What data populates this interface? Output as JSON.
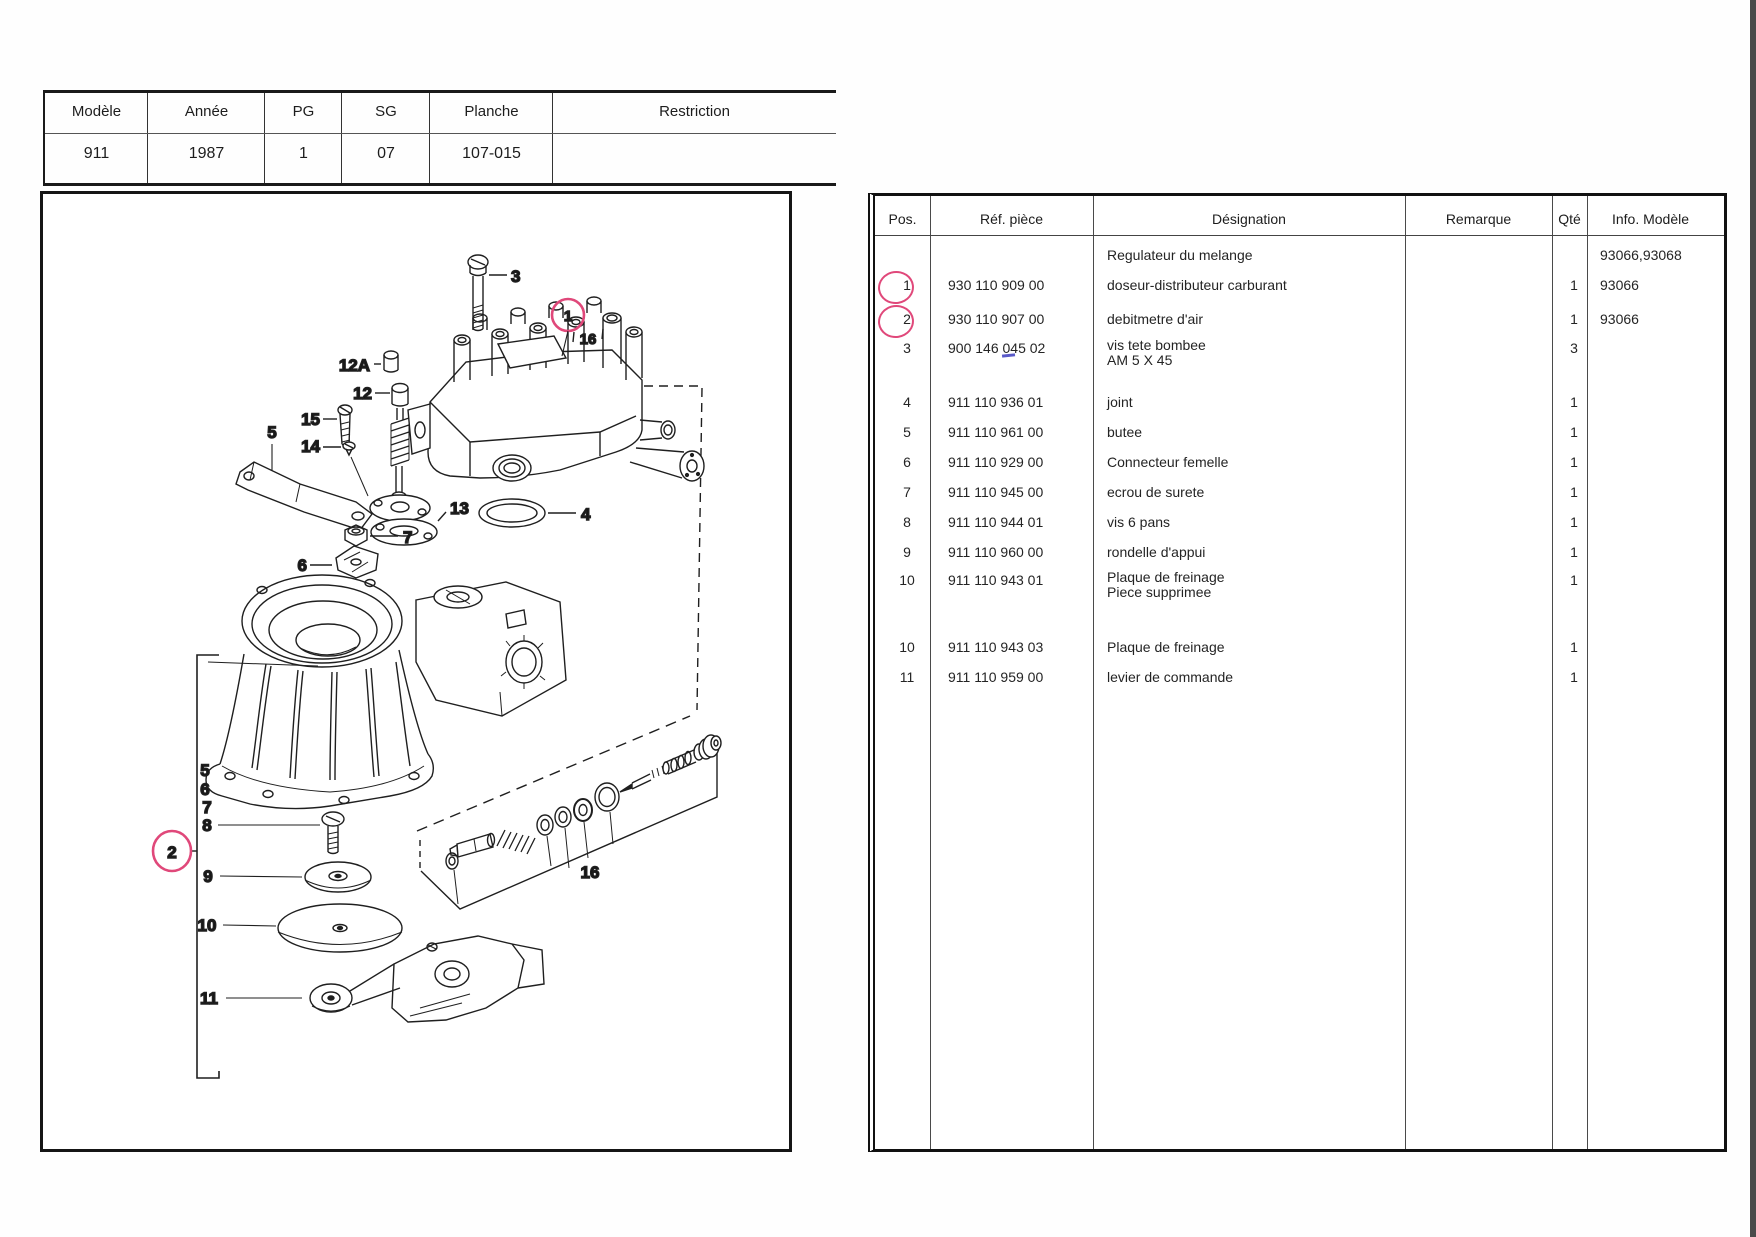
{
  "header_table": {
    "columns": [
      {
        "label": "Modèle",
        "value": "911"
      },
      {
        "label": "Année",
        "value": "1987"
      },
      {
        "label": "PG",
        "value": "1"
      },
      {
        "label": "SG",
        "value": "07"
      },
      {
        "label": "Planche",
        "value": "107-015"
      },
      {
        "label": "Restriction",
        "value": ""
      }
    ]
  },
  "diagram": {
    "annotation_color": "#e0487a",
    "labels": {
      "part3": "3",
      "circle1": "1",
      "group16_top": "16",
      "part12a": "12A",
      "part12": "12",
      "part15": "15",
      "part14": "14",
      "part5_top": "5",
      "part13": "13",
      "part4": "4",
      "part7": "7",
      "part6": "6",
      "col5": "5",
      "col6": "6",
      "col7": "7",
      "col8": "8",
      "col9": "9",
      "col10": "10",
      "col11": "11",
      "circle2": "2",
      "group16": "16"
    }
  },
  "parts_table": {
    "headers": [
      "Pos.",
      "Réf. pièce",
      "Désignation",
      "Remarque",
      "Qté",
      "Info. Modèle"
    ],
    "ink_mark_color": "#3d3dbe",
    "rows": [
      {
        "pos": "",
        "ref": "",
        "designation": [
          "Regulateur du melange"
        ],
        "remarque": "",
        "qty": "",
        "info": "93066,93068",
        "circled": false
      },
      {
        "pos": "1",
        "ref": "930 110 909 00",
        "designation": [
          "doseur-distributeur carburant"
        ],
        "remarque": "",
        "qty": "1",
        "info": "93066",
        "circled": true
      },
      {
        "pos": "2",
        "ref": "930 110 907 00",
        "designation": [
          "debitmetre d'air"
        ],
        "remarque": "",
        "qty": "1",
        "info": "93066",
        "circled": true
      },
      {
        "pos": "3",
        "ref": "900 146 045 02",
        "designation": [
          "vis tete bombee",
          "AM 5 X 45"
        ],
        "remarque": "",
        "qty": "3",
        "info": "",
        "circled": false
      },
      {
        "pos": "4",
        "ref": "911 110 936 01",
        "designation": [
          "joint"
        ],
        "remarque": "",
        "qty": "1",
        "info": "",
        "circled": false
      },
      {
        "pos": "5",
        "ref": "911 110 961 00",
        "designation": [
          "butee"
        ],
        "remarque": "",
        "qty": "1",
        "info": "",
        "circled": false
      },
      {
        "pos": "6",
        "ref": "911 110 929 00",
        "designation": [
          "Connecteur femelle"
        ],
        "remarque": "",
        "qty": "1",
        "info": "",
        "circled": false
      },
      {
        "pos": "7",
        "ref": "911 110 945 00",
        "designation": [
          "ecrou de surete"
        ],
        "remarque": "",
        "qty": "1",
        "info": "",
        "circled": false
      },
      {
        "pos": "8",
        "ref": "911 110 944 01",
        "designation": [
          "vis 6 pans"
        ],
        "remarque": "",
        "qty": "1",
        "info": "",
        "circled": false
      },
      {
        "pos": "9",
        "ref": "911 110 960 00",
        "designation": [
          "rondelle d'appui"
        ],
        "remarque": "",
        "qty": "1",
        "info": "",
        "circled": false
      },
      {
        "pos": "10",
        "ref": "911 110 943 01",
        "designation": [
          "Plaque de freinage",
          "Piece supprimee"
        ],
        "remarque": "",
        "qty": "1",
        "info": "",
        "circled": false
      },
      {
        "pos": "10",
        "ref": "911 110 943 03",
        "designation": [
          "Plaque de freinage"
        ],
        "remarque": "",
        "qty": "1",
        "info": "",
        "circled": false
      },
      {
        "pos": "11",
        "ref": "911 110 959 00",
        "designation": [
          "levier de commande"
        ],
        "remarque": "",
        "qty": "1",
        "info": "",
        "circled": false
      }
    ]
  }
}
